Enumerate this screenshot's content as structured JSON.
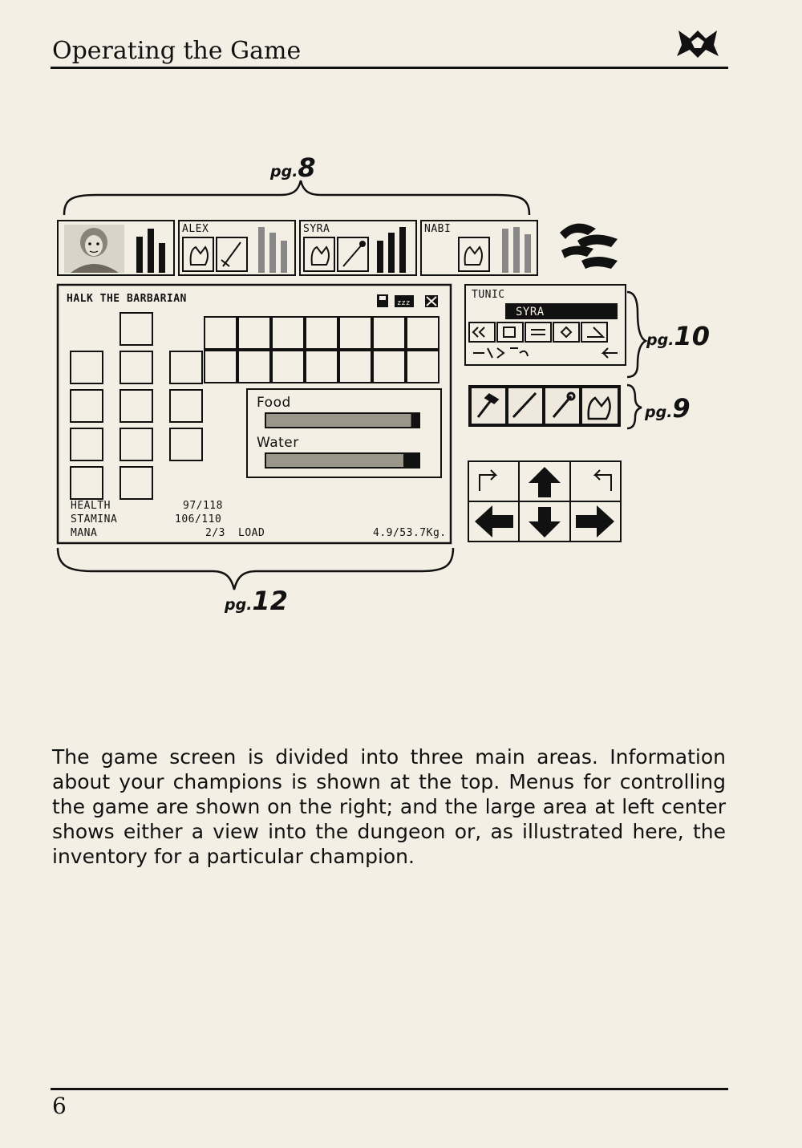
{
  "header": {
    "title": "Operating the Game"
  },
  "page_refs": {
    "top": {
      "prefix": "pg.",
      "num": "8"
    },
    "right1": {
      "prefix": "pg.",
      "num": "10"
    },
    "right2": {
      "prefix": "pg.",
      "num": "9"
    },
    "bottom": {
      "prefix": "pg.",
      "num": "12"
    }
  },
  "champions": [
    {
      "name": "",
      "slot": "portrait"
    },
    {
      "name": "ALEX"
    },
    {
      "name": "SYRA"
    },
    {
      "name": "NABI"
    }
  ],
  "inventory": {
    "champion_name": "HALK THE BARBARIAN",
    "food_label": "Food",
    "water_label": "Water",
    "food_level": 0.95,
    "water_level": 0.9,
    "stats": {
      "health_label": "HEALTH",
      "health_value": "97/118",
      "stamina_label": "STAMINA",
      "stamina_value": "106/110",
      "mana_label": "MANA",
      "mana_value": "2/3",
      "load_label": "LOAD",
      "load_value": "4.9/53.7Kg."
    }
  },
  "spell_menu": {
    "item_label": "TUNIC",
    "caster_name": "SYRA"
  },
  "caption": "The game screen is divided into three main areas. Information about your champions is shown at the top. Menus for controlling the game are shown on the right; and the large area at left center shows either a view into the dungeon or, as illustrated here, the inventory for a particular champion.",
  "footer": {
    "page_number": "6"
  }
}
